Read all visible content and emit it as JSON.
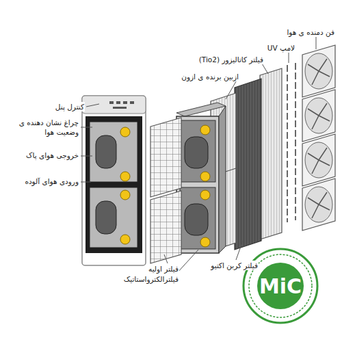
{
  "diagram": {
    "labels": [
      "کنترل پنل",
      "چراغ نشان دهنده ی وضعیت هوا",
      "خروجی هوای پاک",
      "ورودی هوای آلوده",
      "فیلتر اولیه",
      "فیلترالکترواستاتیک",
      "فیلتر کربن اکتیو",
      "ازبین برنده ی ازون",
      "فیلتر کاتالیزور (Tio2)",
      "لامپ UV",
      "فن دمنده ی هوا",
      "MiC"
    ]
  }
}
